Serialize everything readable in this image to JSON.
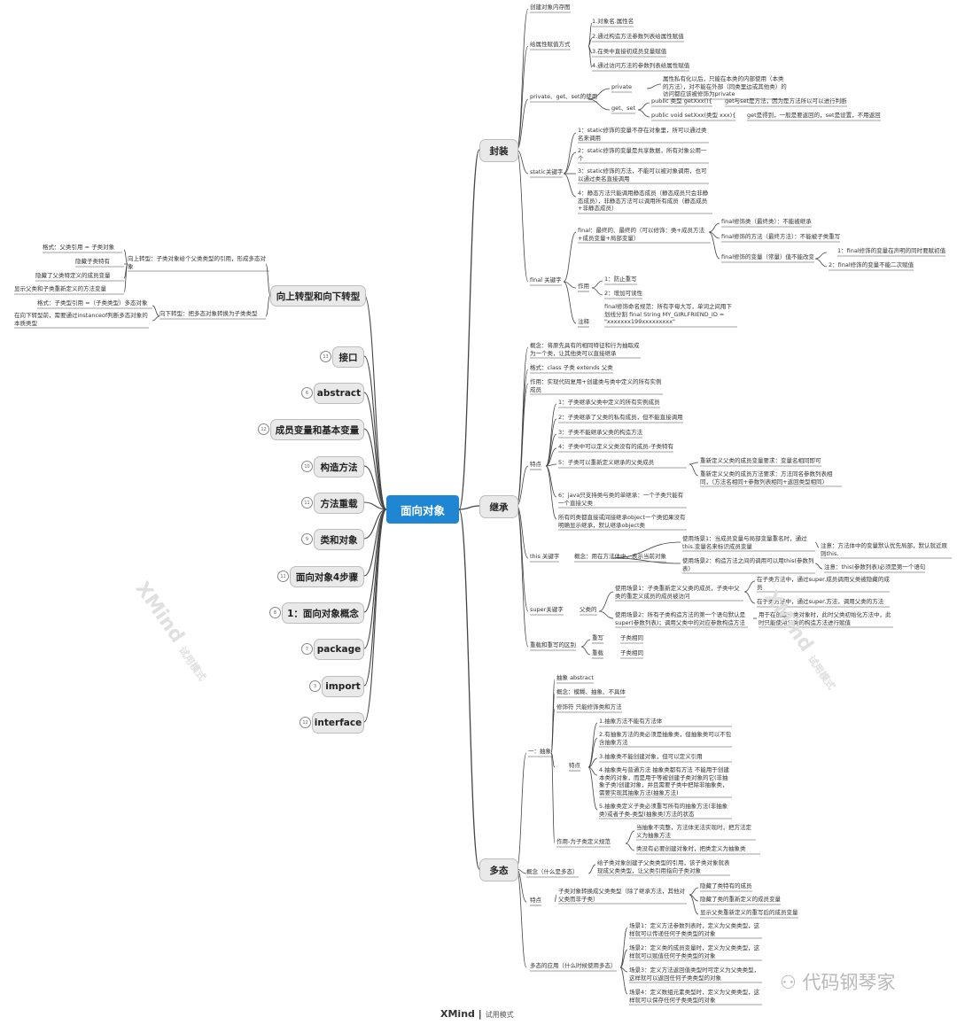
{
  "central": "面向对象",
  "main_branches": {
    "encapsulation": "封装",
    "inheritance": "继承",
    "polymorphism": "多态"
  },
  "left_branches": [
    {
      "label": "向上转型和向下转型",
      "badge": ""
    },
    {
      "label": "接口",
      "badge": "13"
    },
    {
      "label": "abstract",
      "badge": "6"
    },
    {
      "label": "成员变量和基本变量",
      "badge": "12"
    },
    {
      "label": "构造方法",
      "badge": "10"
    },
    {
      "label": "方法重载",
      "badge": "11"
    },
    {
      "label": "类和对象",
      "badge": "9"
    },
    {
      "label": "面向对象4步骤",
      "badge": "11"
    },
    {
      "label": "1：面向对象概念",
      "badge": "8"
    },
    {
      "label": "package",
      "badge": "7"
    },
    {
      "label": "import",
      "badge": "3"
    },
    {
      "label": "interface",
      "badge": "12"
    }
  ],
  "cast": {
    "up_label": "向上转型：子类对象给个父类类型的引用，形成多态对象",
    "up_items": [
      "格式：父类引用 = 子类对象",
      "隐藏子类特有",
      "隐藏了父类特定义的成员变量",
      "显示父类和子类重新定义的方法变量"
    ],
    "down_label": "向下转型：把多态对象转换为子类类型",
    "down_items": [
      "格式：子类型引用 =（子类类型）多态对象",
      "在向下转型前，需要通过instanceof判断多态对象的本质类型"
    ]
  },
  "enc": {
    "n1": "创建对象内存图",
    "n2": "给属性赋值方式",
    "n2_items": [
      "1.对象名.属性名",
      "2.通过构造方法参数列表给属性赋值",
      "3.在类中直接初成员变量赋值",
      "4.通过访问方法的参数列表给属性赋值"
    ],
    "n3": "private、get、set的使用",
    "private": "private",
    "private_desc": "属性私有化以后，只能在本类的内部使用（本类的方法），对不能在外部（同类里边或其他类）的访问都应该被修饰为private",
    "getset": "get、set",
    "get_sig": "public 类型 getXxx(){",
    "get_desc": "get与set是方法，因为是方法所以可以进行判断",
    "set_sig": "public void setXxx(类型 xxx){",
    "set_desc": "get是得到，一般是要返回的，set是设置，不用返回",
    "n4": "static关键字",
    "n4_items": [
      "1：static修饰的变量不存在对象里，所可以通过类名来调用",
      "2：static修饰的变量是共享数据，所有对象公用一个",
      "3：static修饰的方法，不能可以被对象调用，也可以通过类名直接调用",
      "4：静态方法只能调用静态成员（静态成员只会非静态成员），非静态方法可以调用所有成员（静态成员+非静态成员）"
    ],
    "n5": "final 关键字",
    "final_def": "final：最终的、最终的（可以修饰：类+成员方法+成员变量+局部变量）",
    "final_cls": "final修饰类（最终类）：不能被继承",
    "final_mtd": "final修饰的方法（最终方法）：不能被子类重写",
    "final_var": "final修饰的变量（常量）值不能改变",
    "final_var_items": [
      "1：final修饰的变量在声明的同时要赋初值",
      "2：final修饰的变量不能二次赋值"
    ],
    "role": "作用",
    "role_items": [
      "1：防止重写",
      "2：增加可读性"
    ],
    "note": "注释",
    "note_text": "final修饰命名规范：所有字母大写，单词之间用下划线分割 final String MY_GIRLFRIEND_ID = \"xxxxxxx199xxxxxxxxx\""
  },
  "inh": {
    "concept": "概念：将原先具有的相同特征和行为抽取成为一个类，让其他类可以直接继承",
    "format": "格式：class 子类 extends 父类",
    "effect": "作用：实现代码复用+创建类与类中定义的所有实例成员",
    "traits": "特点",
    "trait_items": [
      "1：子类继承父类中定义的所有实例成员",
      "2：子类继承了父类的私有成员，但不能直接调用",
      "3：子类不能继承父类的构造方法",
      "4：子类中可以定义父类没有的成员-子类特有",
      "5：子类可以重新定义继承的父类成员",
      "6：java只支持类与类的单继承：一个子类只能有一个直接父类",
      "所有的类都直接或间接继承object一个类如果没有明确显示继承，默认继承object类"
    ],
    "t5_items": [
      "重新定义父类的成员变量要求：变量名相同即可",
      "重新定义父类的成员方法要求：方法同名参数列表相同，（方法名相同+参数列表相同+返回类型相同）"
    ],
    "this": "this 关键字",
    "this_concept": "概念：用在方法体中，表示当前对象",
    "this_u1": "使用场景1：当成员变量与局部变量重名时，通过this.变量名来标识成员变量",
    "this_u1_note": "注意：方法体中的变量默认优先局部，默认就近原则this.",
    "this_u2": "使用场景2：构造方法之间的调用可以用this(参数列表)",
    "this_u2_note": "注意：this(参数列表)必须是第一个语句",
    "super": "super关键字",
    "super_sub": "父类的",
    "super_u1": "使用场景1：子类重新定义父类的成员，子类中父类的重定义成员的成员被访问",
    "super_u1a": "在子类方法中，通过super.成员调用父类被隐藏的成员",
    "super_u1b": "在子类方法中，通过super.方法，调用父类的方法",
    "super_u2": "使用场景2：所有子类构造方法的第一个语句默认是super(参数列表)；调用父类中的对应参数构造方法",
    "super_u2_note": "用于在创建子类对象时，此时父类初始化方法中，此时只能使用父类的构造方法进行赋值",
    "compare": "重载和重写的区别",
    "override": "重写",
    "overload": "重载",
    "cmp_note": "子类相同",
    "cmp_note2": "子类相同"
  },
  "poly": {
    "abstract": "一：抽象",
    "a1": "抽象 abstract",
    "a2": "概念：模糊、抽象、不具体",
    "a3": "修饰符 只能修饰类和方法",
    "a_traits": "特点",
    "a_trait_items": [
      "1.抽象方法不能有方法体",
      "2.有抽象方法的类必须是抽象类，但抽象类可以不包含抽象方法",
      "3.抽象类不能创建对象，但可以定义引用",
      "4.抽象类与普通方法 抽象类都有方法 不能用于创建本类的对象，而是用于等被创建子类对象的它(非抽象子类)创建对象，并且需要子类中把除非抽象类，需要实现其抽象方法(抽象方法)",
      "5.抽象类定义子类必须重写所有的抽象方法(非抽象类)或者子类-类型(抽象类)方法的状态"
    ],
    "a_role": "作用-为子类定义规范",
    "a_role_items": [
      "当抽象不完整，方法体无法实现时，把方法定义为抽象方法",
      "类没有必要创建对象时，把类定义为抽象类"
    ],
    "concept": "概念（什么是多态）",
    "concept_text": "给子类对象创建子父类类型的引用，该子类对象就表现成父类类型，让父类引用指向子类对象",
    "p_traits": "特点",
    "p_traits_text": "子类对象转换成父类类型（除了继承方法，其他对父类而非子类）",
    "p_trait_items": [
      "隐藏了类特有的成员",
      "隐藏了类的重新定义的成员变量",
      "显示父类重新定义的重写后的成员变量"
    ],
    "usage": "多态的应用（什么时候使用多态）",
    "usage_items": [
      "场景1：定义方法参数列表时，定义为父类类型，这样就可以传递任何子类类型的对象",
      "场景2：定义类的成员变量时，定义为父类类型，这样就可以赋值任何子类类型的对象",
      "场景3：定义方法返回值类型时可定义为父类类型，这样就可以返回任何子类类型的对象",
      "场景4：定义数组元素类型时，定义为父类类型，这样就可以保存任何子类类型的对象"
    ]
  },
  "watermark": [
    "XMind",
    "试用模式"
  ],
  "footer": {
    "brand": "XMind",
    "mode": "试用模式"
  },
  "logo": "代码钢琴家",
  "colors": {
    "central": "#1f86d4",
    "branch_fill": "#e9e9e9",
    "line": "#444444"
  }
}
